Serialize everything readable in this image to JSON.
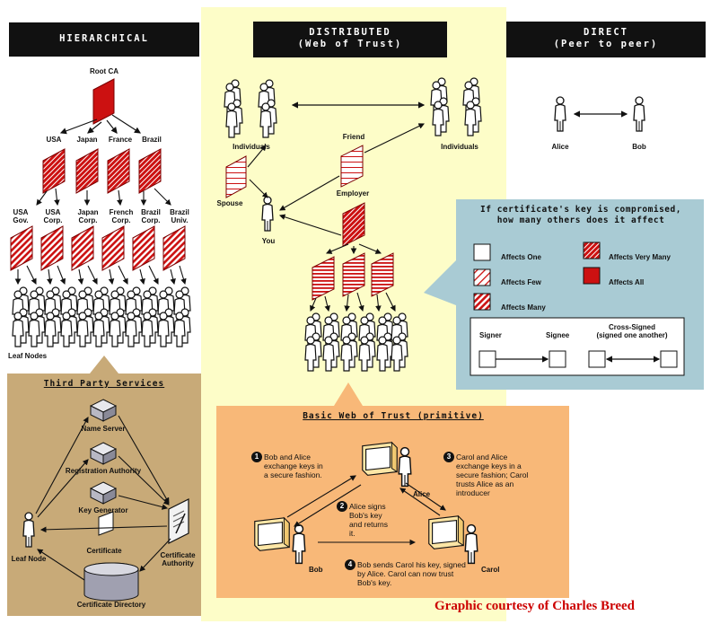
{
  "headers": {
    "hierarchical": "HIERARCHICAL",
    "distributed_line1": "DISTRIBUTED",
    "distributed_line2": "(Web of Trust)",
    "direct_line1": "DIRECT",
    "direct_line2": "(Peer to peer)"
  },
  "hierarchical": {
    "root": "Root CA",
    "countries": [
      "USA",
      "Japan",
      "France",
      "Brazil"
    ],
    "orgs": [
      {
        "line1": "USA",
        "line2": "Gov."
      },
      {
        "line1": "USA",
        "line2": "Corp."
      },
      {
        "line1": "Japan",
        "line2": "Corp."
      },
      {
        "line1": "French",
        "line2": "Corp."
      },
      {
        "line1": "Brazil",
        "line2": "Corp."
      },
      {
        "line1": "Brazil",
        "line2": "Univ."
      }
    ],
    "leaf_nodes": "Leaf Nodes"
  },
  "third_party": {
    "title": "Third Party Services",
    "name_server": "Name Server",
    "registration_authority": "Registration Authority",
    "key_generator": "Key Generator",
    "certificate": "Certificate",
    "leaf_node": "Leaf Node",
    "certificate_authority_line1": "Certificate",
    "certificate_authority_line2": "Authority",
    "certificate_directory": "Certificate Directory"
  },
  "distributed": {
    "individuals_left": "Individuals",
    "individuals_right": "Individuals",
    "friend": "Friend",
    "employer": "Employer",
    "spouse": "Spouse",
    "you": "You"
  },
  "direct": {
    "alice": "Alice",
    "bob": "Bob"
  },
  "legend": {
    "title_line1": "If certificate's key is compromised,",
    "title_line2": "how many others does it affect",
    "affects_one": "Affects One",
    "affects_few": "Affects Few",
    "affects_many": "Affects Many",
    "affects_very_many": "Affects Very Many",
    "affects_all": "Affects All",
    "signer": "Signer",
    "signee": "Signee",
    "cross_signed_line1": "Cross-Signed",
    "cross_signed_line2": "(signed one another)"
  },
  "basic_web": {
    "title": "Basic Web of Trust (primitive)",
    "step1_num": "1",
    "step1": "Bob and Alice exchange keys in a secure fashion.",
    "step2_num": "2",
    "step2": "Alice signs Bob's key and returns it.",
    "step3_num": "3",
    "step3": "Carol and Alice exchange keys in a secure fashion; Carol trusts Alice as an introducer",
    "step4_num": "4",
    "step4": "Bob sends Carol his key, signed by Alice. Carol can now trust Bob's key.",
    "alice": "Alice",
    "bob": "Bob",
    "carol": "Carol"
  },
  "credit": "Graphic courtesy of Charles Breed",
  "colors": {
    "red": "#cc1111",
    "yellow_panel": "#fdfdc8",
    "orange_panel": "#f8b878",
    "tan_panel": "#c8aa78",
    "legend_panel": "#a9cbd4"
  }
}
